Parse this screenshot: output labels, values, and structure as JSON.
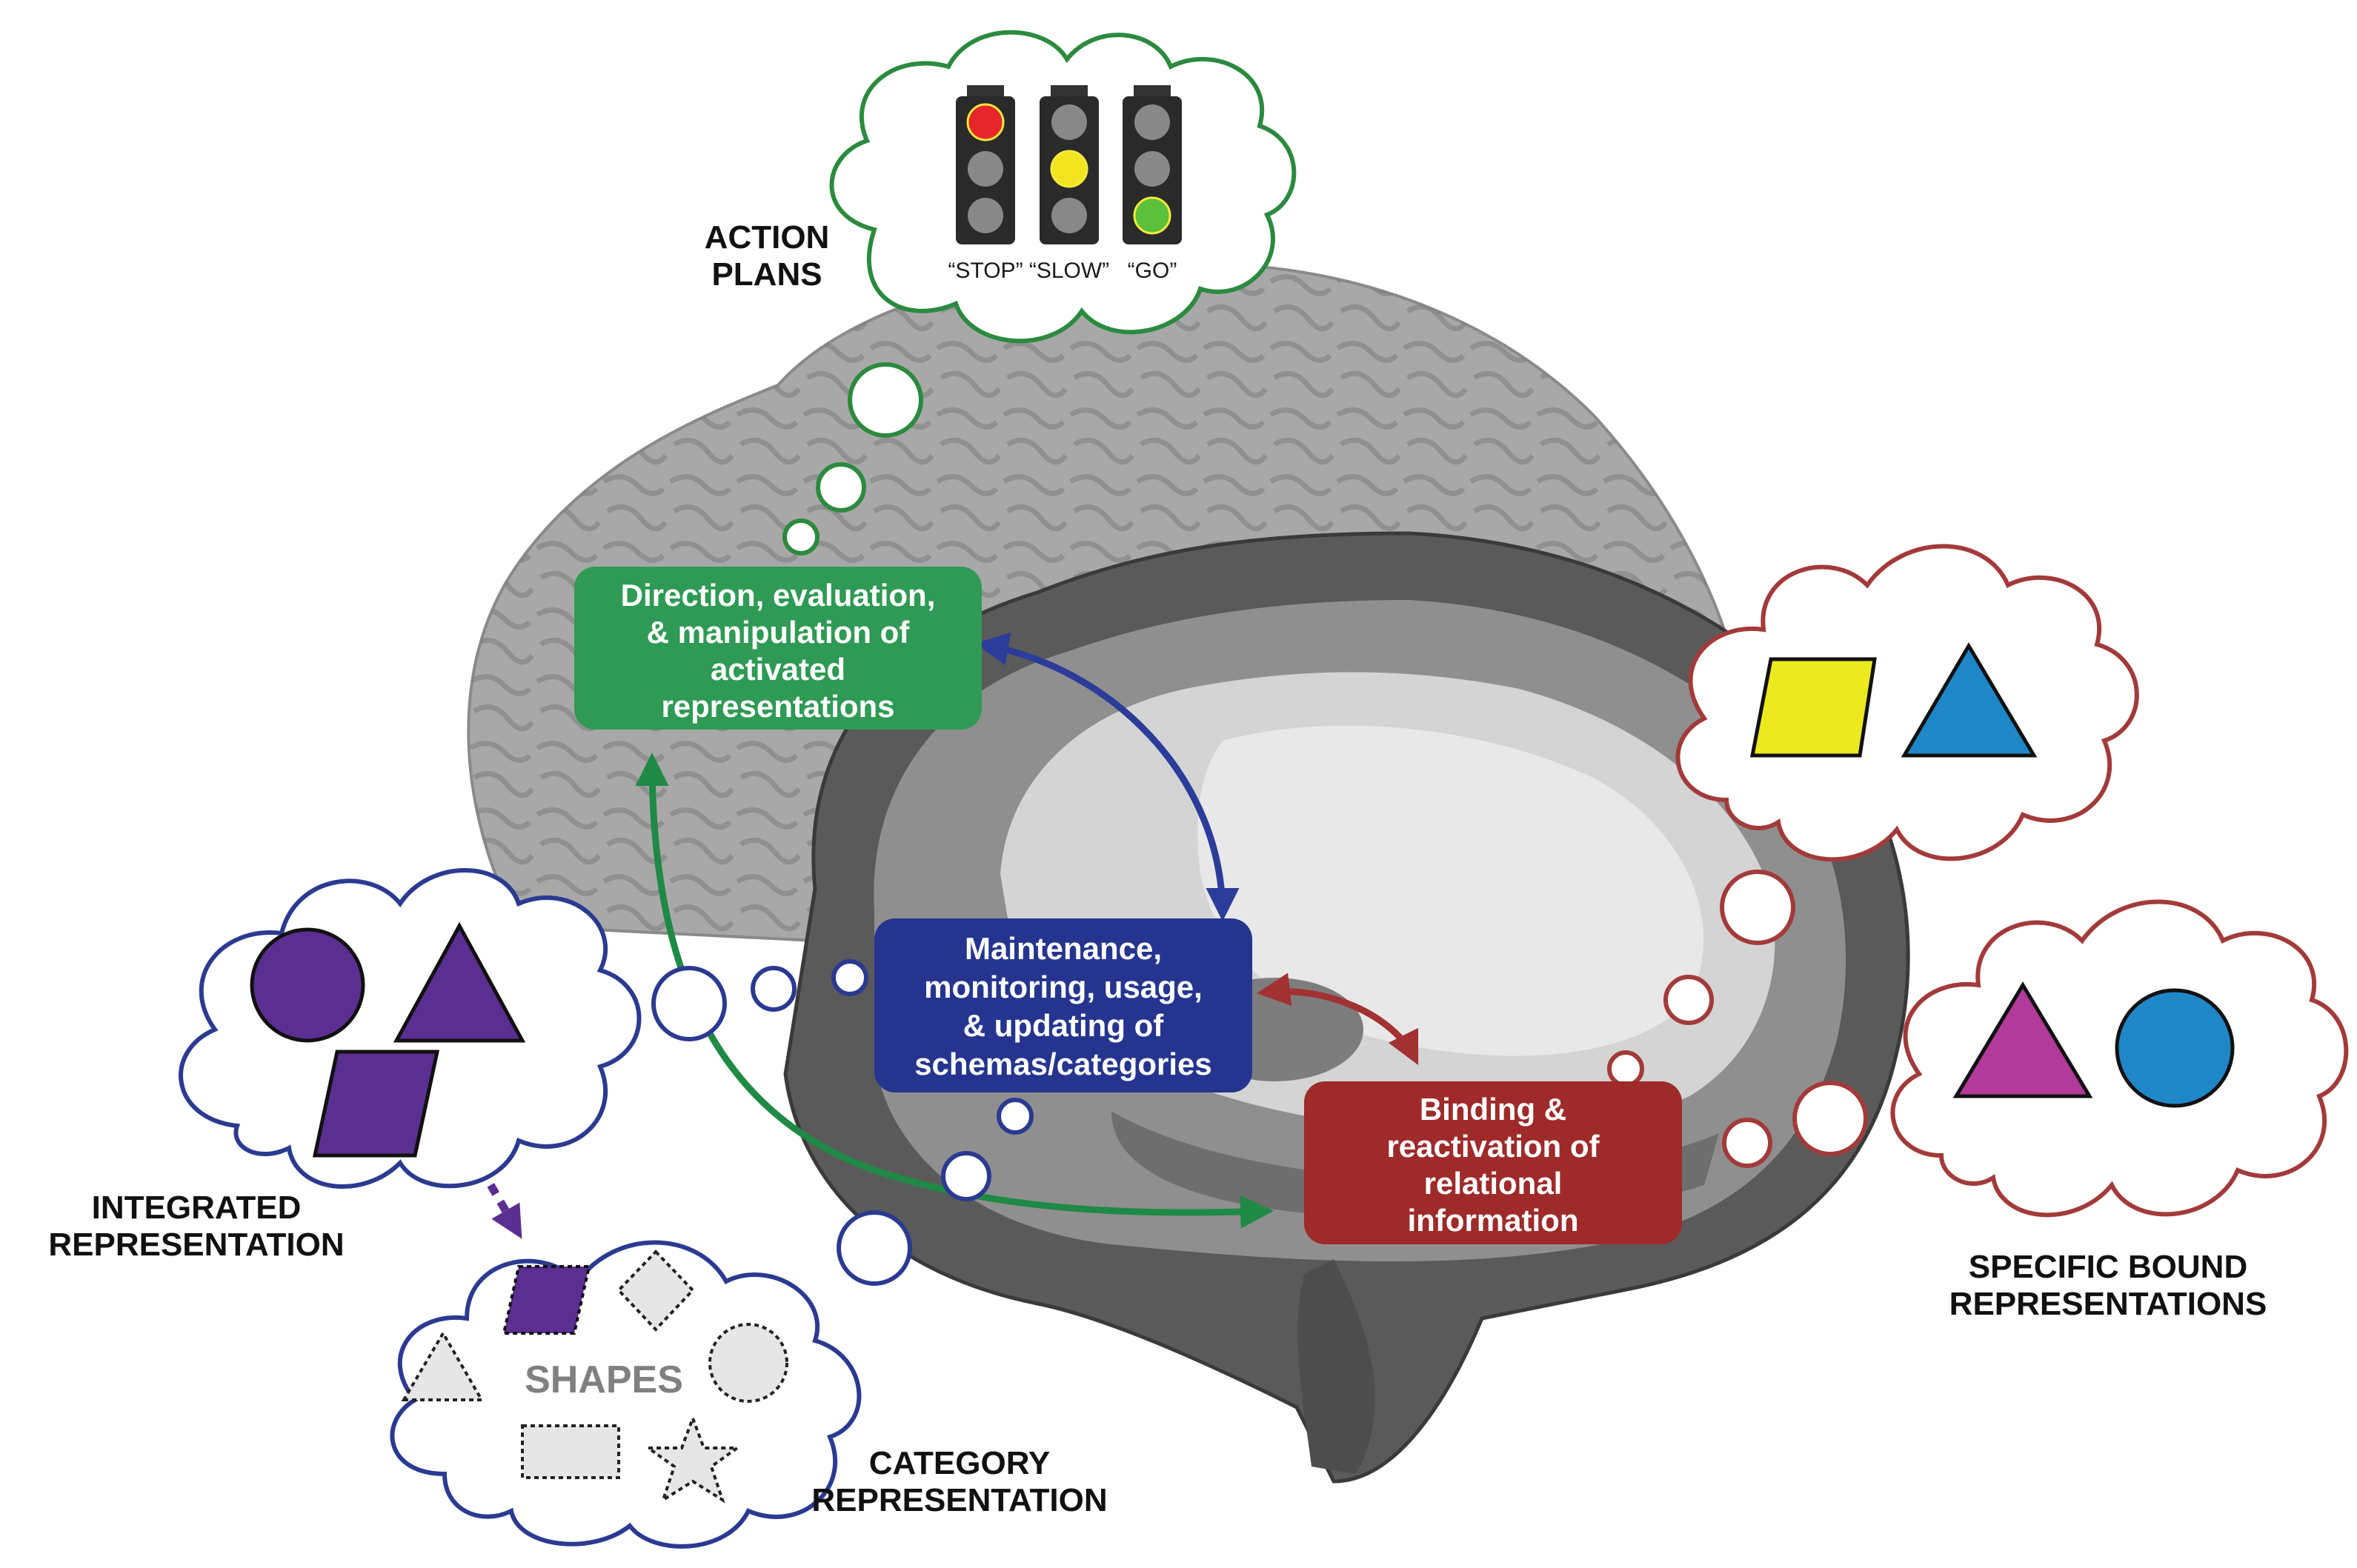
{
  "colors": {
    "green_box": "#2f9a55",
    "blue_box": "#25358f",
    "red_box": "#9e2a2a",
    "green_arrow": "#1f8a45",
    "blue_arrow": "#2b3c9a",
    "red_arrow": "#a23232",
    "purple": "#5b2e91",
    "yellow": "#ecea1f",
    "cyan": "#1f87c8",
    "magenta": "#b13a9a",
    "cloud_green": "#2b8a3e",
    "cloud_blue": "#2b3a91",
    "cloud_red": "#a33a3a"
  },
  "captions": {
    "action_plans": [
      "ACTION",
      "PLANS"
    ],
    "integrated": [
      "INTEGRATED",
      "REPRESENTATION"
    ],
    "category": [
      "CATEGORY",
      "REPRESENTATION"
    ],
    "specific_bound": [
      "SPECIFIC BOUND",
      "REPRESENTATIONS"
    ]
  },
  "boxes": {
    "direction": [
      "Direction, evaluation,",
      "& manipulation of",
      "activated",
      "representations"
    ],
    "maintenance": [
      "Maintenance,",
      "monitoring, usage,",
      "& updating of",
      "schemas/categories"
    ],
    "binding": [
      "Binding &",
      "reactivation of",
      "relational",
      "information"
    ]
  },
  "traffic_lights": [
    "“STOP”",
    "“SLOW”",
    "“GO”"
  ],
  "shapes_label": "SHAPES",
  "icons": [
    "traffic-light-icon",
    "circle-icon",
    "triangle-icon",
    "parallelogram-icon",
    "diamond-icon",
    "rectangle-icon",
    "star-icon"
  ]
}
